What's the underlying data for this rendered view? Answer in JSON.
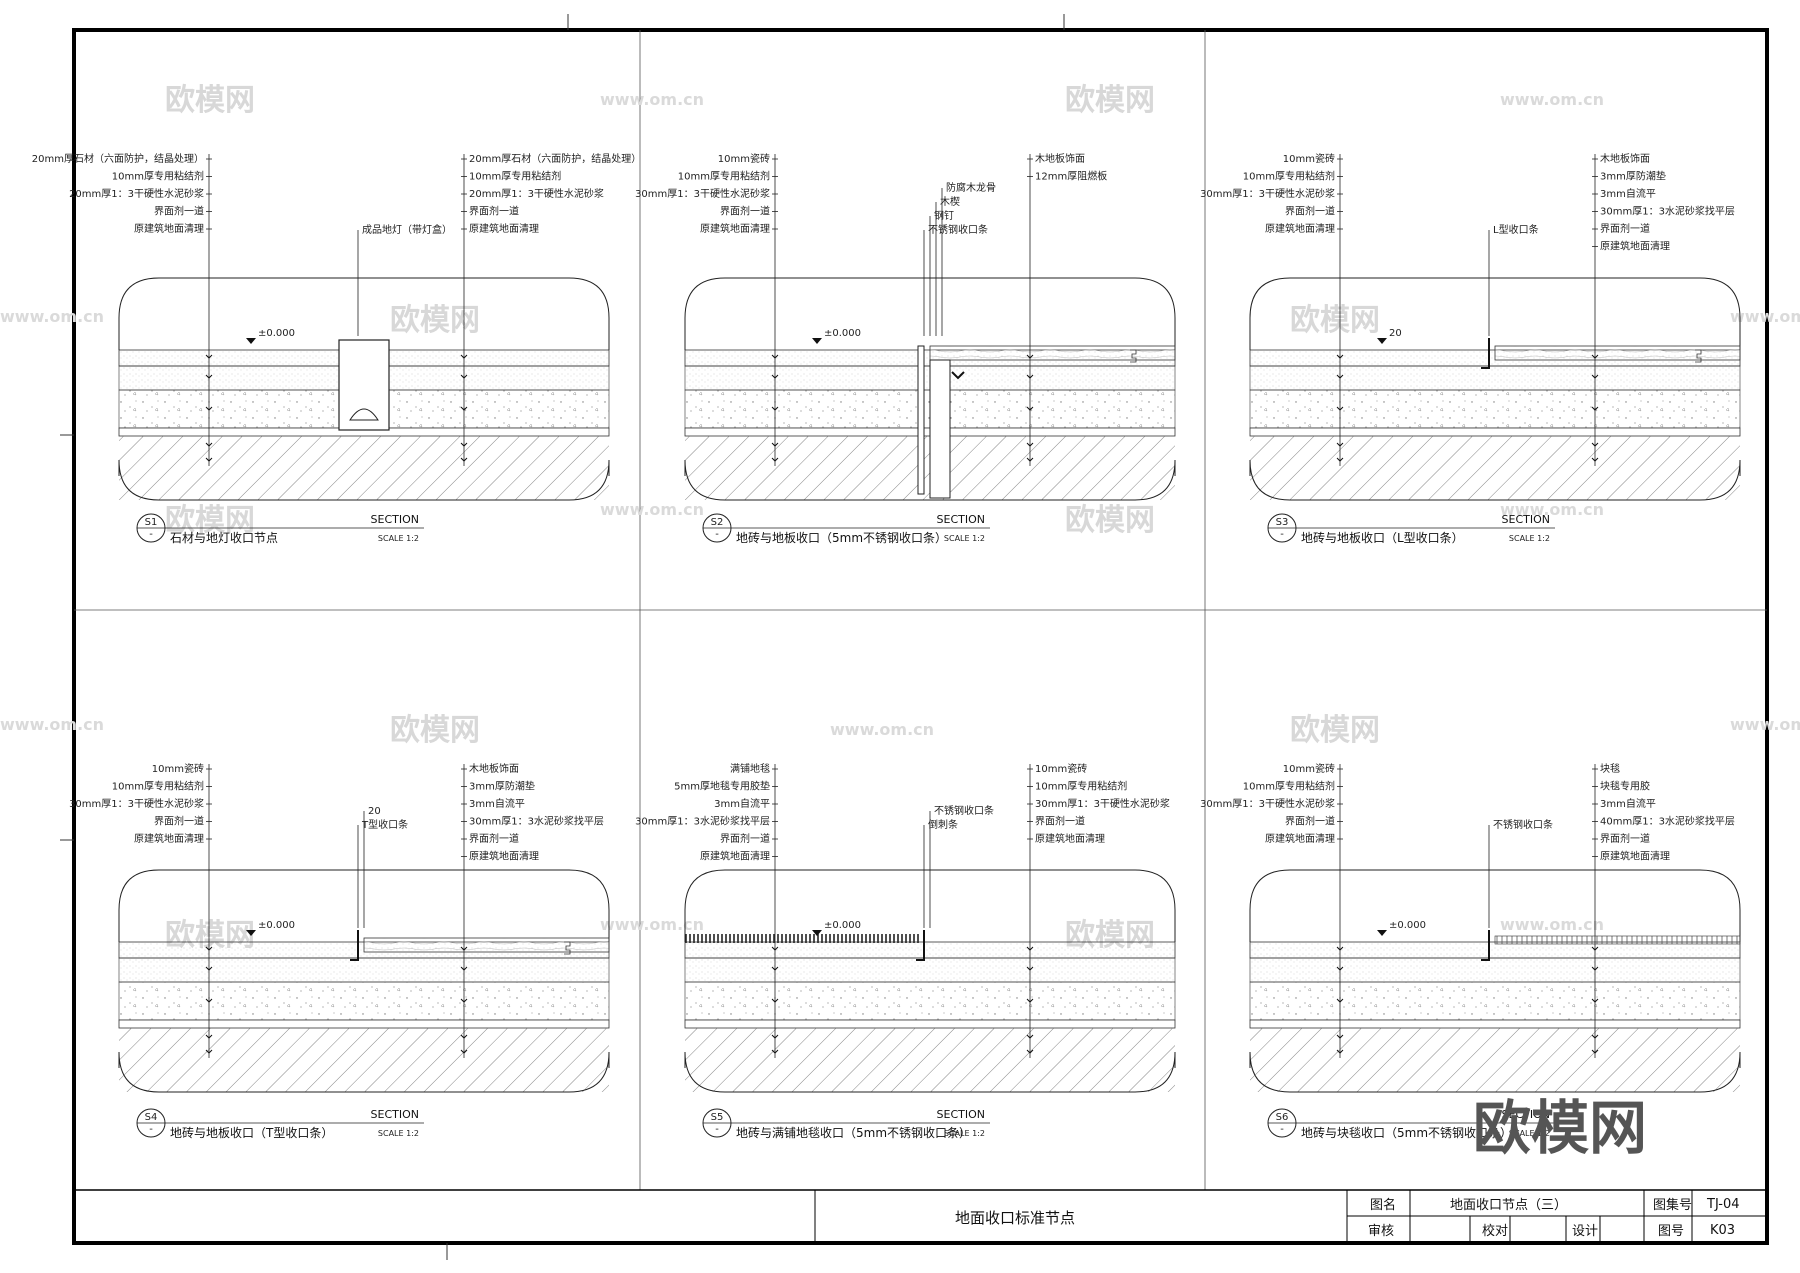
{
  "watermark": {
    "brand": "欧模网",
    "url": "www.om.cn"
  },
  "logo": "欧模网",
  "panels": [
    {
      "id": "S1",
      "sub": "-",
      "title": "石材与地灯收口节点",
      "section": "SECTION",
      "scale": "SCALE 1:2",
      "level": "±0.000",
      "left_labels": [
        "20mm厚石材（六面防护，结晶处理）",
        "10mm厚专用粘结剂",
        "20mm厚1：3干硬性水泥砂浆",
        "界面剂一道",
        "原建筑地面清理"
      ],
      "right_labels": [
        "20mm厚石材（六面防护，结晶处理）",
        "10mm厚专用粘结剂",
        "20mm厚1：3干硬性水泥砂浆",
        "界面剂一道",
        "原建筑地面清理"
      ],
      "callouts": [
        "成品地灯（带灯盒）"
      ]
    },
    {
      "id": "S2",
      "sub": "-",
      "title": "地砖与地板收口（5mm不锈钢收口条）",
      "section": "SECTION",
      "scale": "SCALE 1:2",
      "level": "±0.000",
      "left_labels": [
        "10mm瓷砖",
        "10mm厚专用粘结剂",
        "30mm厚1：3干硬性水泥砂浆",
        "界面剂一道",
        "原建筑地面清理"
      ],
      "right_labels": [
        "木地板饰面",
        "12mm厚阻燃板"
      ],
      "callouts": [
        "不锈钢收口条",
        "钢钉",
        "木楔",
        "防腐木龙骨"
      ]
    },
    {
      "id": "S3",
      "sub": "-",
      "title": "地砖与地板收口（L型收口条）",
      "section": "SECTION",
      "scale": "SCALE 1:2",
      "level": "20",
      "left_labels": [
        "10mm瓷砖",
        "10mm厚专用粘结剂",
        "30mm厚1：3干硬性水泥砂浆",
        "界面剂一道",
        "原建筑地面清理"
      ],
      "right_labels": [
        "木地板饰面",
        "3mm厚防潮垫",
        "3mm自流平",
        "30mm厚1：3水泥砂浆找平层",
        "界面剂一道",
        "原建筑地面清理"
      ],
      "callouts": [
        "L型收口条"
      ]
    },
    {
      "id": "S4",
      "sub": "-",
      "title": "地砖与地板收口（T型收口条）",
      "section": "SECTION",
      "scale": "SCALE 1:2",
      "level": "±0.000",
      "left_labels": [
        "10mm瓷砖",
        "10mm厚专用粘结剂",
        "30mm厚1：3干硬性水泥砂浆",
        "界面剂一道",
        "原建筑地面清理"
      ],
      "right_labels": [
        "木地板饰面",
        "3mm厚防潮垫",
        "3mm自流平",
        "30mm厚1：3水泥砂浆找平层",
        "界面剂一道",
        "原建筑地面清理"
      ],
      "callouts": [
        "T型收口条",
        "20"
      ]
    },
    {
      "id": "S5",
      "sub": "-",
      "title": "地砖与满铺地毯收口（5mm不锈钢收口条）",
      "section": "SECTION",
      "scale": "SCALE 1:2",
      "level": "±0.000",
      "left_labels": [
        "满铺地毯",
        "5mm厚地毯专用胶垫",
        "3mm自流平",
        "30mm厚1：3水泥砂浆找平层",
        "界面剂一道",
        "原建筑地面清理"
      ],
      "right_labels": [
        "10mm瓷砖",
        "10mm厚专用粘结剂",
        "30mm厚1：3干硬性水泥砂浆",
        "界面剂一道",
        "原建筑地面清理"
      ],
      "callouts": [
        "倒刺条",
        "不锈钢收口条"
      ]
    },
    {
      "id": "S6",
      "sub": "-",
      "title": "地砖与块毯收口（5mm不锈钢收口条）",
      "section": "SECTION",
      "scale": "SCALE 1:2",
      "level": "±0.000",
      "left_labels": [
        "10mm瓷砖",
        "10mm厚专用粘结剂",
        "30mm厚1：3干硬性水泥砂浆",
        "界面剂一道",
        "原建筑地面清理"
      ],
      "right_labels": [
        "块毯",
        "块毯专用胶",
        "3mm自流平",
        "40mm厚1：3水泥砂浆找平层",
        "界面剂一道",
        "原建筑地面清理"
      ],
      "callouts": [
        "不锈钢收口条"
      ]
    }
  ],
  "title_block": {
    "sheet_title": "地面收口标准节点",
    "fields": {
      "drawing_name_label": "图名",
      "drawing_name": "地面收口节点（三）",
      "set_no_label": "图集号",
      "set_no": "TJ-04",
      "review_label": "审核",
      "check_label": "校对",
      "design_label": "设计",
      "sheet_no_label": "图号",
      "sheet_no": "K03"
    }
  }
}
